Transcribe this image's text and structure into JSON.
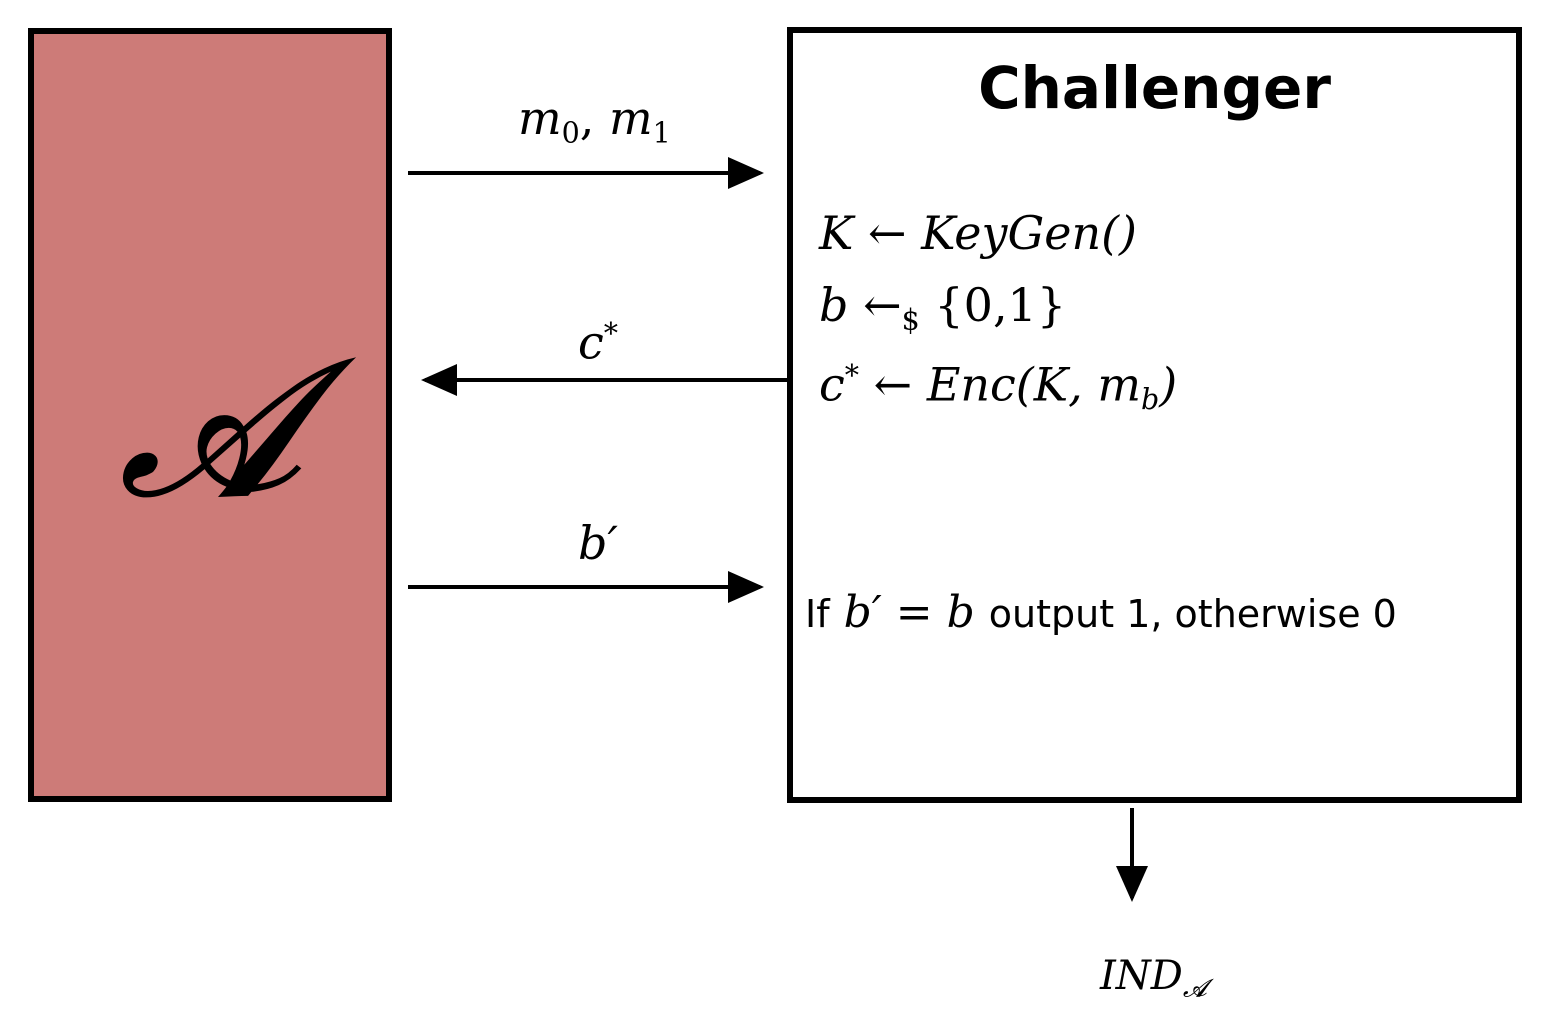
{
  "adversary": {
    "symbol": "𝓐",
    "fill_color": "#cd7b78"
  },
  "challenger": {
    "title": "Challenger",
    "steps": [
      {
        "lhs": "K",
        "op": "←",
        "rhs": "KeyGen()"
      },
      {
        "lhs": "b",
        "op": "←",
        "op_sub": "$",
        "rhs": "{0,1}"
      },
      {
        "lhs": "c",
        "lhs_sup": "*",
        "op": "←",
        "rhs_pre": "Enc(K, m",
        "rhs_sub": "b",
        "rhs_post": ")"
      }
    ],
    "output_rule": {
      "prefix": "If",
      "condition_lhs": "b′",
      "condition_op": "=",
      "condition_rhs": "b",
      "suffix": "output 1, otherwise 0"
    }
  },
  "messages": {
    "m_label": {
      "m0": "m",
      "sub0": "0",
      "sep": ",",
      "m1": "m",
      "sub1": "1"
    },
    "c_label": {
      "base": "c",
      "sup": "*"
    },
    "bprime_label": "b′"
  },
  "result": {
    "base": "IND",
    "sub": "𝓐"
  }
}
